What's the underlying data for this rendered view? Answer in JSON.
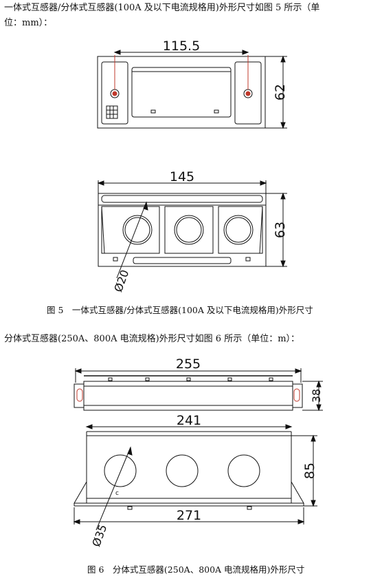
{
  "intro_5": "一体式互感器/分体式互感器(100A 及以下电流规格用)外形尺寸如图 5 所示（单",
  "intro_5_cont": "位：mm）：",
  "fig5": {
    "dim_top_width": "115.5",
    "dim_top_height": "62",
    "dim_bottom_width": "145",
    "dim_bottom_height": "63",
    "dim_hole": "Ø20",
    "caption": "图 5　一体式互感器/分体式互感器(100A 及以下电流规格用)外形尺寸"
  },
  "intro_6": "分体式互感器(250A、800A 电流规格)外形尺寸如图 6 所示（单位：m）：",
  "fig6": {
    "dim_top_width": "255",
    "dim_top_height": "38",
    "dim_mid_width": "241",
    "dim_height": "85",
    "dim_bottom_width": "271",
    "dim_hole": "Ø35",
    "label_c": "c",
    "caption": "图 6　分体式互感器(250A、800A 电流规格用)外形尺寸"
  }
}
